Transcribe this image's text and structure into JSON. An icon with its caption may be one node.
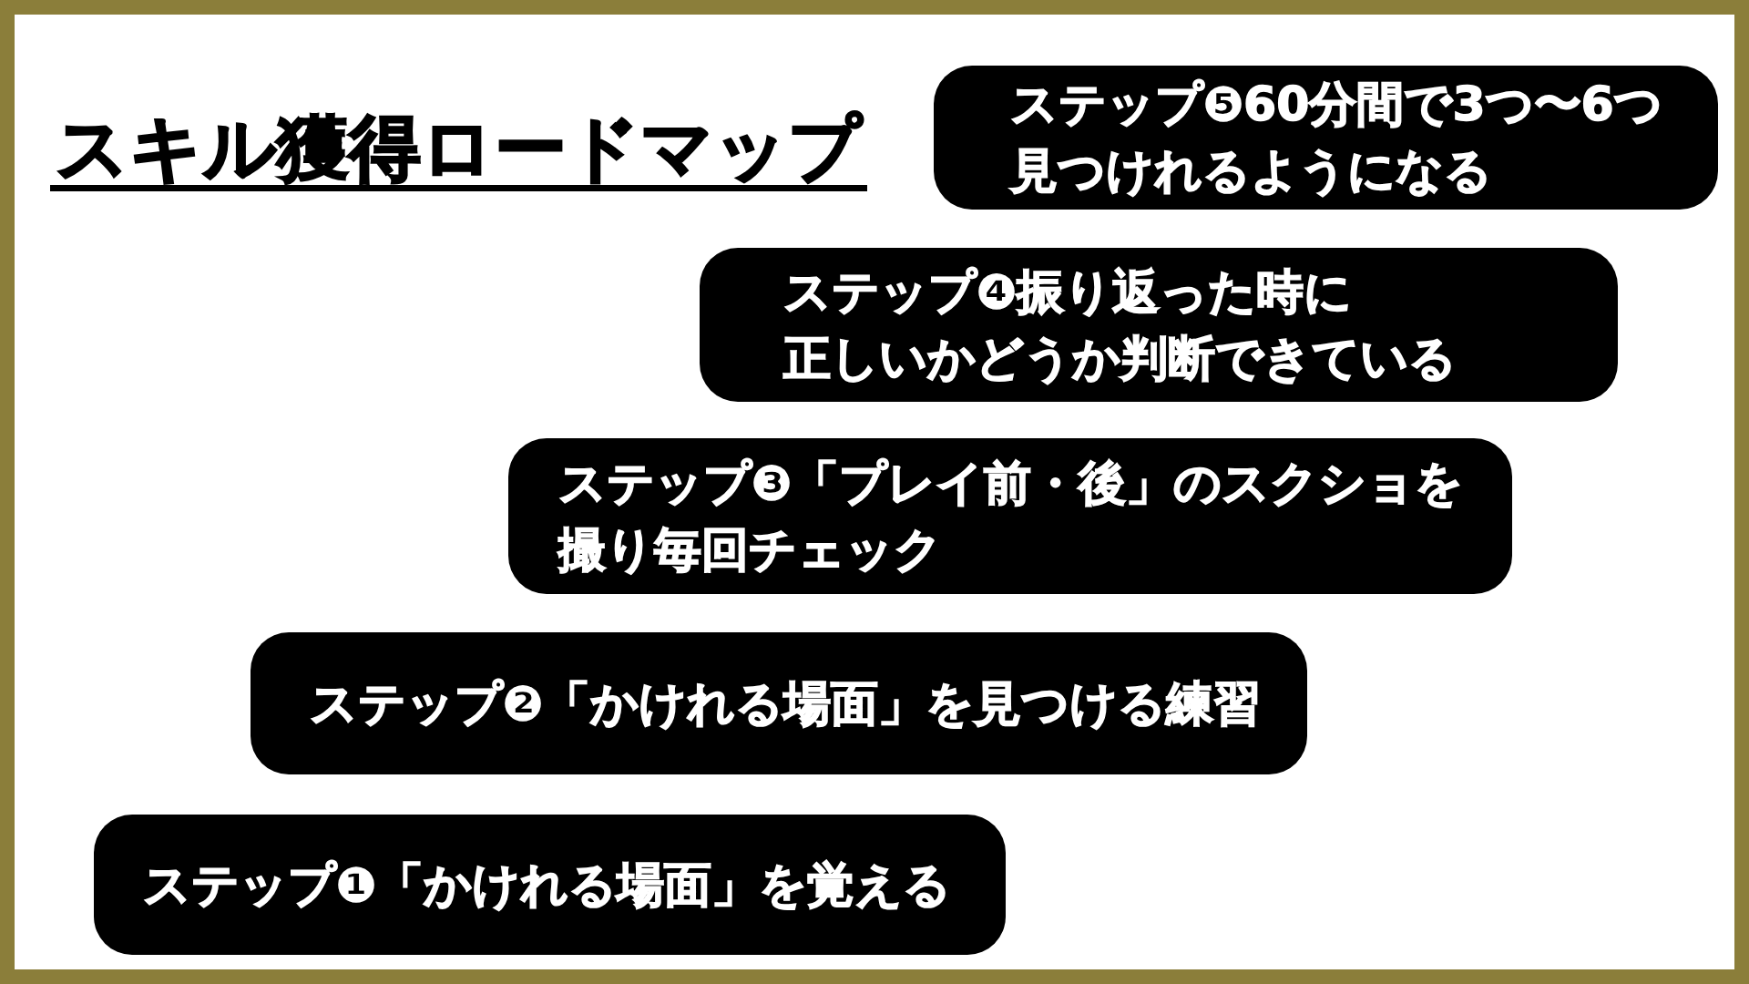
{
  "diagram": {
    "title": "スキル獲得ロードマップ",
    "nodes": [
      {
        "text": [
          "ステップ❺60分間で3つ〜6つ見つけれるようになる"
        ]
      },
      {
        "text": [
          "ステップ❹振り返った時に正しいかどうか判断できている"
        ]
      },
      {
        "text": [
          "ステップ❸「プレイ前・後」のスクショを撮り毎回チェック"
        ]
      },
      {
        "text": [
          "ステップ❷「かけれる場面」を見つける練習"
        ]
      },
      {
        "text": [
          "ステップ❶「かけれる場面」を覚える"
        ]
      }
    ]
  }
}
